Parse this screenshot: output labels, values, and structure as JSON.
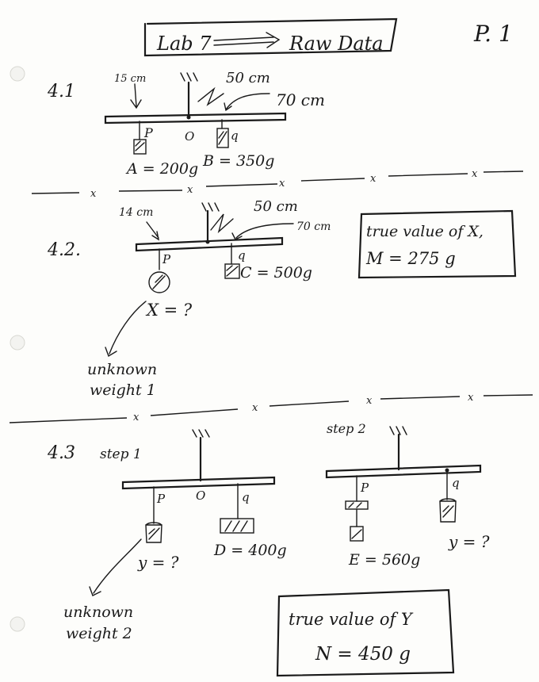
{
  "header": {
    "title": "Lab 7",
    "subtitle": "Raw Data",
    "page_number": "P. 1"
  },
  "section_4_1": {
    "label": "4.1",
    "pos_p": "15 cm",
    "pos_pivot": "50 cm",
    "pos_q": "70 cm",
    "label_p": "P",
    "label_o": "O",
    "label_q": "q",
    "mass_a": "A = 200g",
    "mass_b": "B = 350g"
  },
  "section_4_2": {
    "label": "4.2.",
    "pos_p": "14 cm",
    "pos_pivot": "50 cm",
    "pos_q": "70 cm",
    "label_p": "P",
    "label_q": "q",
    "mass_c": "C = 500g",
    "unknown_x": "X = ?",
    "unknown_note_line1": "unknown",
    "unknown_note_line2": "weight 1",
    "true_value_label": "true value of X,",
    "true_value": "M = 275 g"
  },
  "section_4_3": {
    "label": "4.3",
    "step1": "step 1",
    "step2": "step 2",
    "label_p": "P",
    "label_o": "O",
    "label_q": "q",
    "unknown_y1": "y = ?",
    "mass_d": "D = 400g",
    "mass_e": "E = 560g",
    "unknown_y2": "y = ?",
    "unknown_note_line1": "unknown",
    "unknown_note_line2": "weight 2",
    "true_value_label": "true value of Y",
    "true_value": "N = 450 g"
  },
  "separators": {
    "mark": "x"
  }
}
